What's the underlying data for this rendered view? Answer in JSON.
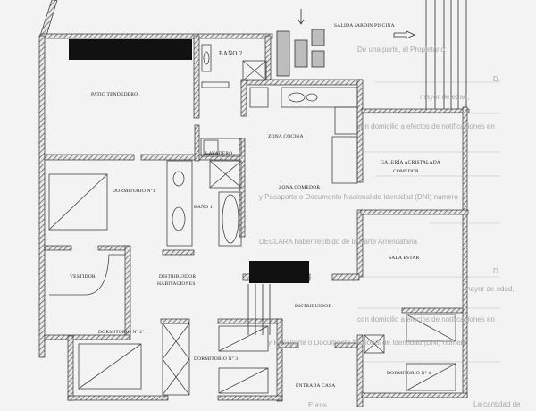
{
  "plan": {
    "rooms": {
      "patio": "PATIO TENDEDERO",
      "bano2": "BAÑO 2",
      "cocina": "ZONA COCINA",
      "lavadero": "LAVADERO",
      "galeria_1": "GALERÍA ACRISTALADA",
      "galeria_2": "COMEDOR",
      "dorm1": "DORMITORIO Nº1",
      "comedor": "ZONA COMEDOR",
      "bano1": "BAÑO 1",
      "sala": "SALA ESTAR",
      "vestidor": "VESTIDOR",
      "distrib_hab_1": "DISTRIBUIDOR",
      "distrib_hab_2": "HABITACIONES",
      "distribuidor": "DISTRIBUIDOR",
      "dorm2": "DORMITORIO Nº 2º",
      "dorm3": "DORMITORIO Nº 3",
      "dorm4": "DORMITORIO Nº 4",
      "entrada": "ENTRADA CASA",
      "salida": "SALIDA JARDIN PISCINA"
    },
    "background_text": [
      "De una parte, el Propietario:",
      "D.",
      "mayor de edad,",
      "con domicilio a efectos de notificaciones en",
      "y Pasaporte o Documento Nacional de Identidad (DNI) número",
      "DECLARA haber recibido de la Parte Arrendataria",
      "D.",
      "mayor de edad,",
      "con domicilio a efectos de notificaciones en",
      "y Pasaporte o Documento Nacional de Identidad (DNI) número",
      "La cantidad de",
      "Euros"
    ]
  }
}
